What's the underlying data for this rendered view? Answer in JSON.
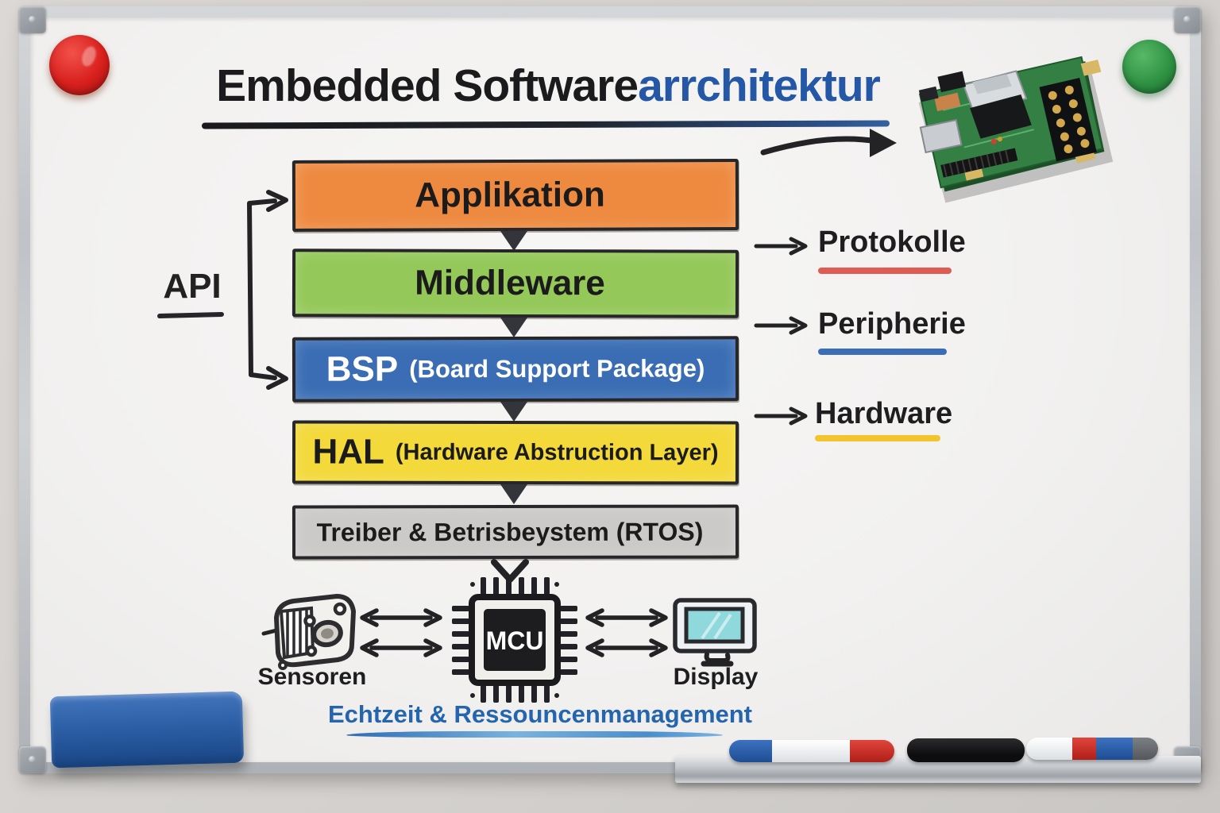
{
  "title": {
    "black_part": "Embedded Software",
    "blue_part": "arrchitektur",
    "blue_color": "#2458a6"
  },
  "api": {
    "label": "API"
  },
  "layers": [
    {
      "name": "Applikation",
      "paren": "",
      "bg": "#ee8a40",
      "fg": "#1b1b1b"
    },
    {
      "name": "Middleware",
      "paren": "",
      "bg": "#94c859",
      "fg": "#1b1b1b"
    },
    {
      "name": "BSP",
      "paren": "(Board Support Package)",
      "bg": "#3a6db4",
      "fg": "#ffffff"
    },
    {
      "name": "HAL",
      "paren": "(Hardware Abstruction Layer)",
      "bg": "#f3d93a",
      "fg": "#1b1b1b"
    },
    {
      "name": "Treiber & Betrisbeystem (RTOS)",
      "paren": "",
      "bg": "#cbcac8",
      "fg": "#1b1b1b"
    }
  ],
  "side_labels": [
    {
      "text": "Protokolle",
      "underline": "#e05b52"
    },
    {
      "text": "Peripherie",
      "underline": "#3a6cb8"
    },
    {
      "text": "Hardware",
      "underline": "#f2c52e"
    }
  ],
  "bottom": {
    "sensor_label": "Sensoren",
    "chip_label": "MCU",
    "display_label": "Display",
    "caption": "Echtzeit & Ressouncenmanagement",
    "caption_color": "#2465ae"
  }
}
